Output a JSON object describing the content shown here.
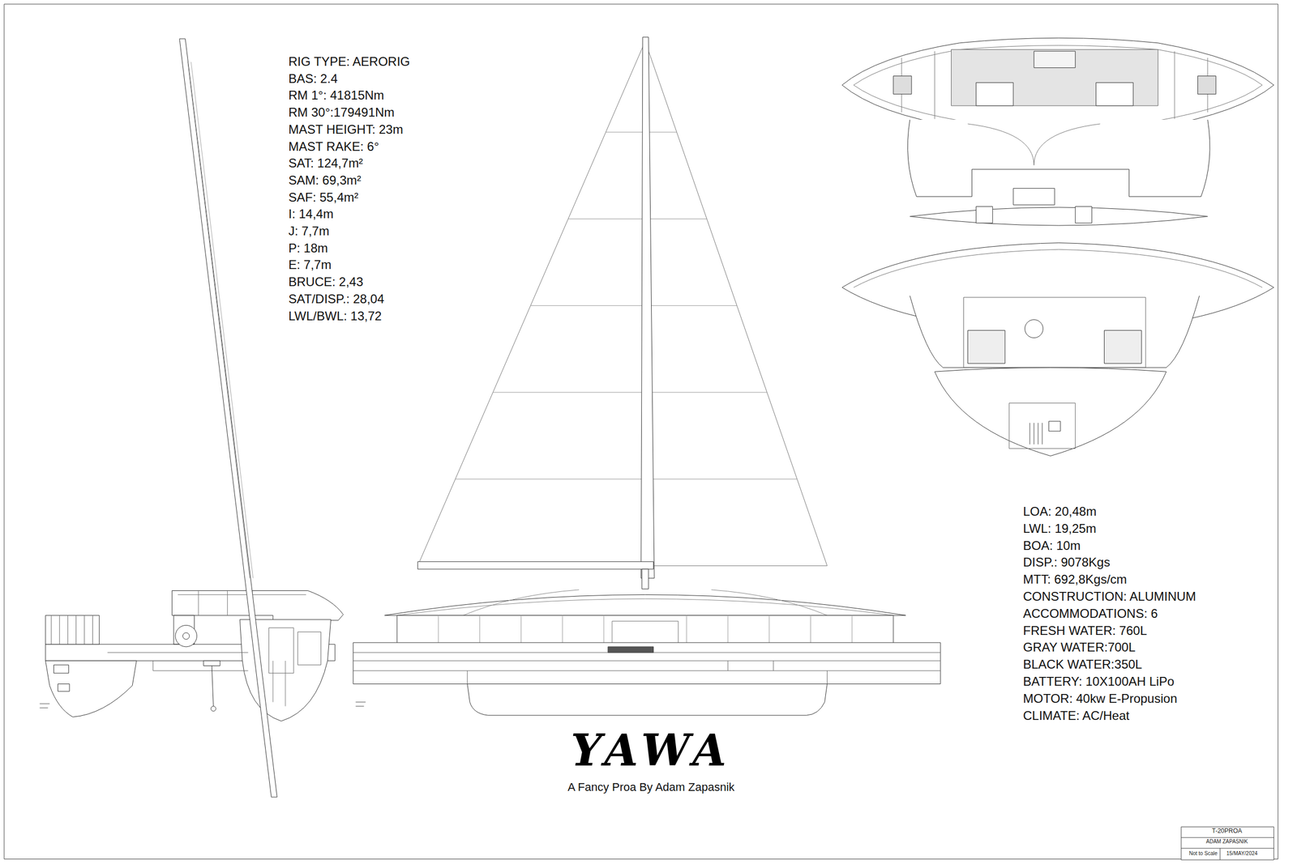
{
  "diagram": {
    "title": "YAWA",
    "caption": "A Fancy Proa By Adam Zapasnik",
    "labels": [
      "RIG TYPE: AERORIG",
      "BAS: 2.4",
      "RM 1°: 41815Nm",
      "RM 30°:179491Nm",
      "MAST HEIGHT: 23m",
      "MAST RAKE: 6°",
      "SAT: 124,7m²",
      "SAM: 69,3m²",
      "SAF: 55,4m²",
      "I: 14,4m",
      "J: 7,7m",
      "P: 18m",
      "E: 7,7m",
      "BRUCE: 2,43",
      "SAT/DISP.: 28,04",
      "LWL/BWL: 13,72",
      "LOA: 20,48m",
      "LWL: 19,25m",
      "BOA: 10m",
      "DISP.: 9078Kgs",
      "MTT: 692,8Kgs/cm",
      "CONSTRUCTION: ALUMINUM",
      "ACCOMMODATIONS: 6",
      "FRESH WATER: 760L",
      "GRAY WATER:700L",
      "BLACK WATER:350L",
      "BATTERY: 10X100AH LiPo",
      "MOTOR: 40kw E-Propusion",
      "CLIMATE: AC/Heat",
      "T-20PROA",
      "ADAM ZAPASNIK",
      "Not to Scale",
      "15/MAY/2024"
    ]
  }
}
